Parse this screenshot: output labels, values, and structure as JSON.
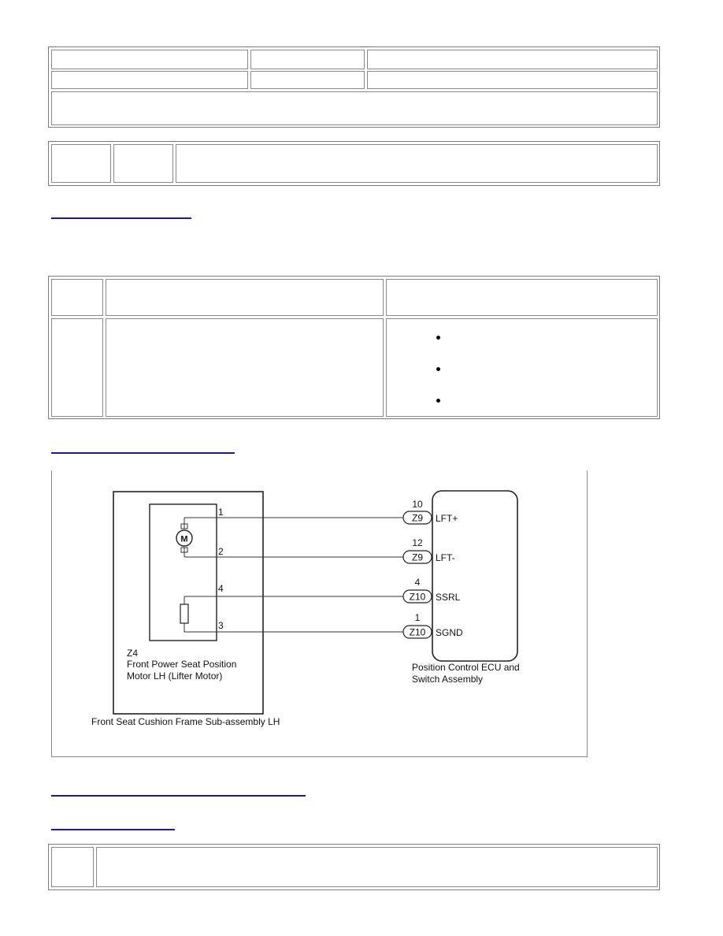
{
  "diagram": {
    "connector_left": "Z4",
    "motor_name_line1": "Front Power Seat Position",
    "motor_name_line2": "Motor LH (Lifter Motor)",
    "frame_label": "Front Seat Cushion Frame Sub-assembly LH",
    "ecu_label_line1": "Position Control ECU and",
    "ecu_label_line2": "Switch Assembly",
    "motor_symbol": "M",
    "left_pins": [
      "1",
      "2",
      "4",
      "3"
    ],
    "right_pins": [
      {
        "pin": "10",
        "connector": "Z9",
        "signal": "LFT+"
      },
      {
        "pin": "12",
        "connector": "Z9",
        "signal": "LFT-"
      },
      {
        "pin": "4",
        "connector": "Z10",
        "signal": "SSRL"
      },
      {
        "pin": "1",
        "connector": "Z10",
        "signal": "SGND"
      }
    ]
  }
}
